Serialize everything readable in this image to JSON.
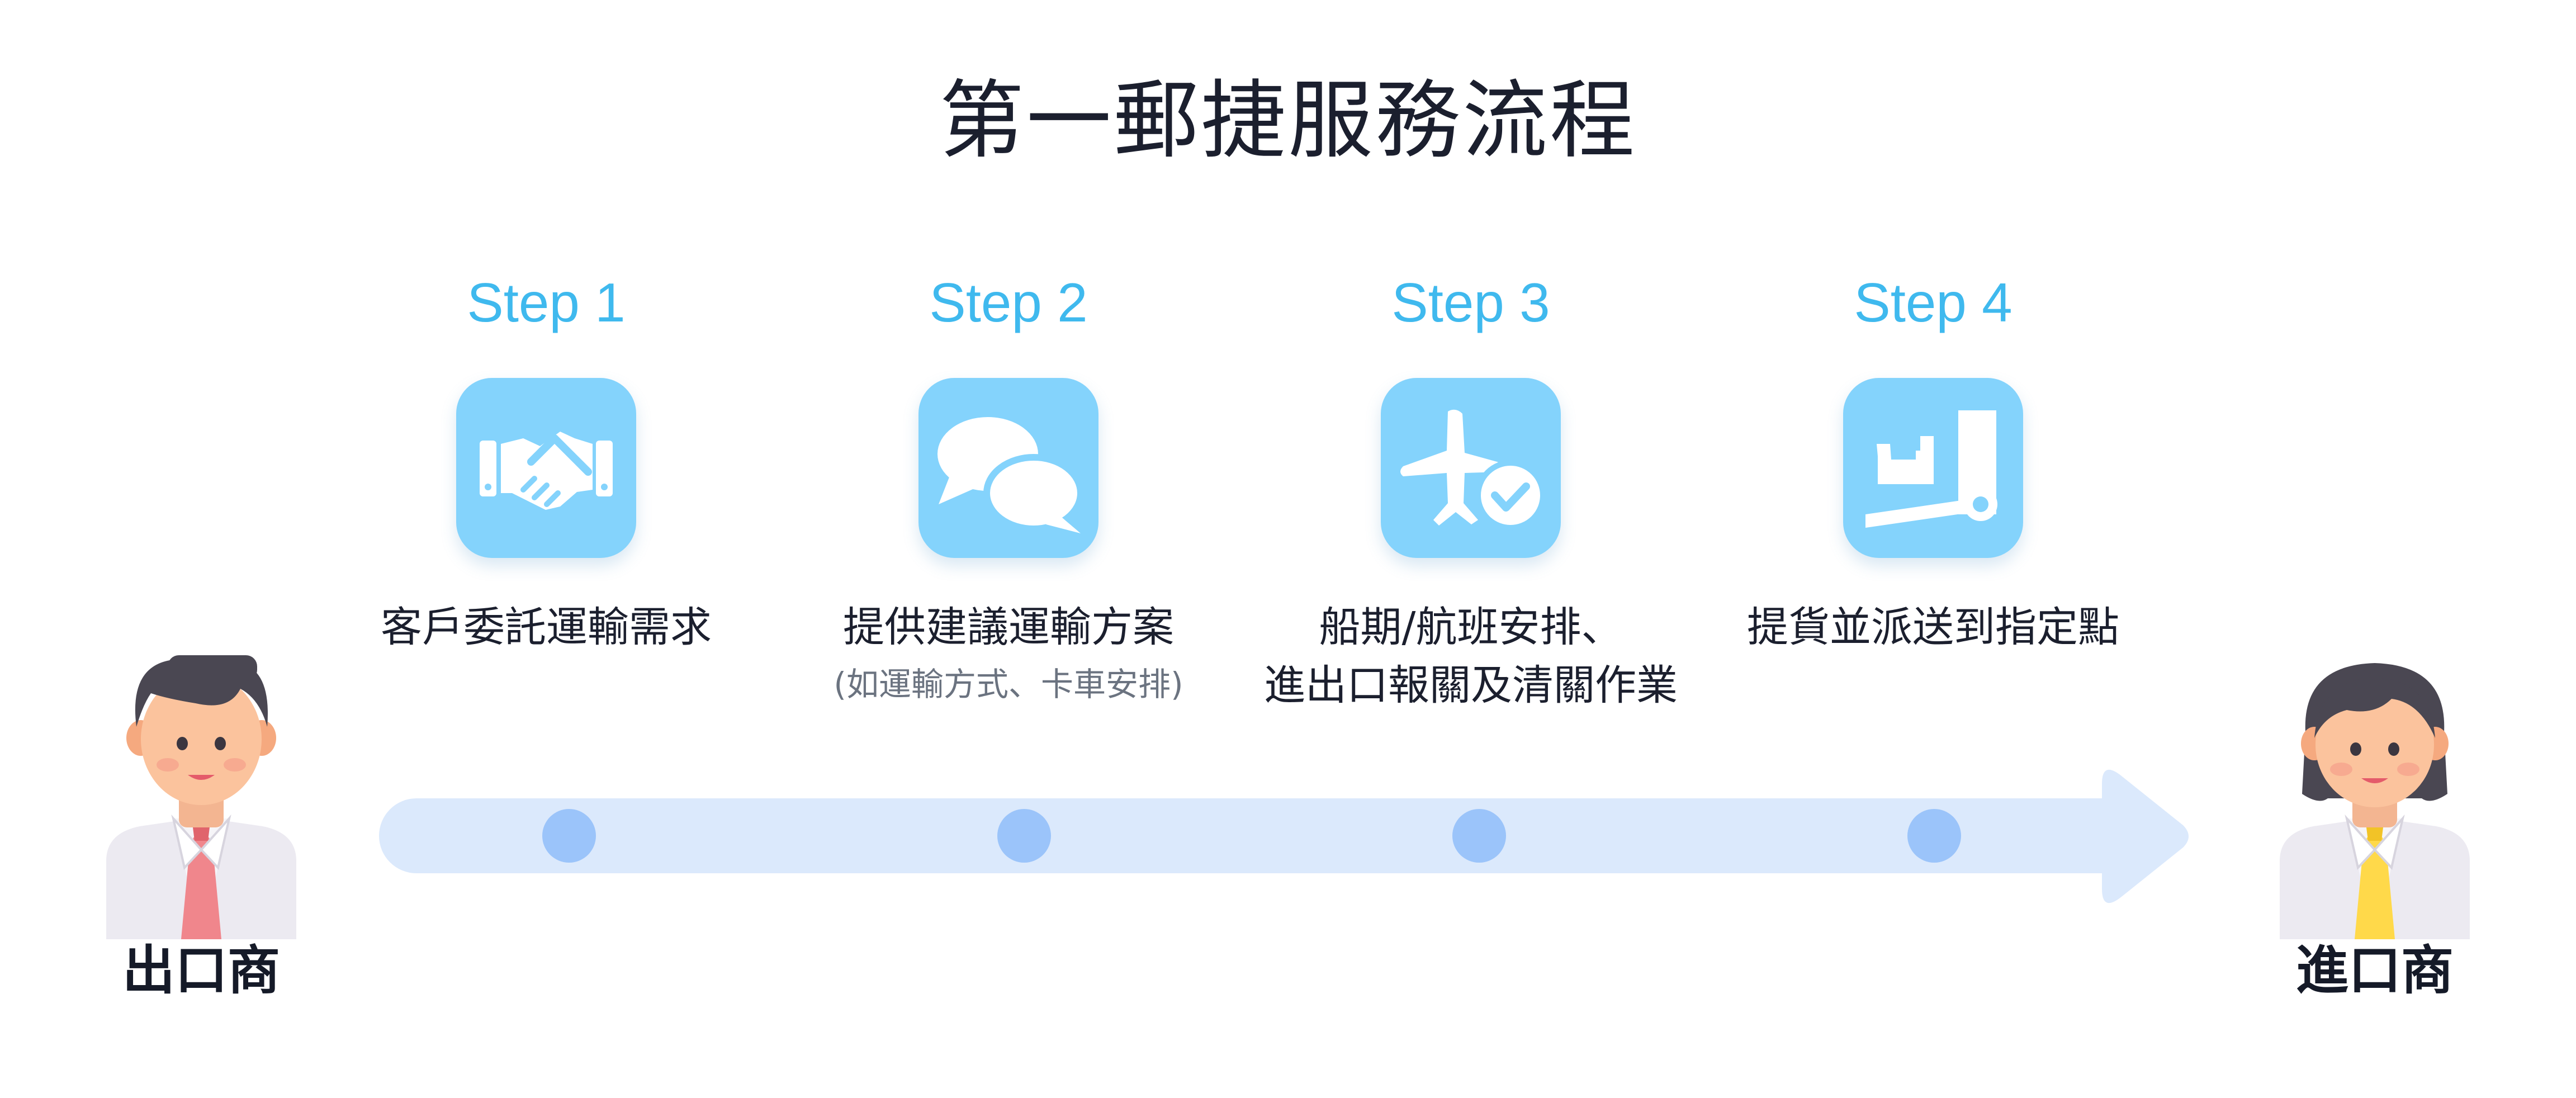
{
  "title": "第一郵捷服務流程",
  "steps": [
    {
      "label": "Step 1",
      "icon": "handshake-icon",
      "text": "客戶委託運輸需求"
    },
    {
      "label": "Step 2",
      "icon": "chat-bubbles-icon",
      "text": "提供建議運輸方案",
      "note": "(如運輸方式、卡車安排)"
    },
    {
      "label": "Step 3",
      "icon": "airplane-check-icon",
      "text_line1": "船期/航班安排、",
      "text_line2": "進出口報關及清關作業"
    },
    {
      "label": "Step 4",
      "icon": "delivery-cart-icon",
      "text": "提貨並派送到指定點"
    }
  ],
  "exporter": {
    "label": "出口商",
    "icon": "businessman-icon"
  },
  "importer": {
    "label": "進口商",
    "icon": "businesswoman-icon"
  },
  "colors": {
    "accent": "#3fb9ee",
    "tile": "#84d3fc",
    "arrow": "#dbe9fc",
    "dot": "#9bc4fa",
    "text": "#1b1f2e"
  }
}
